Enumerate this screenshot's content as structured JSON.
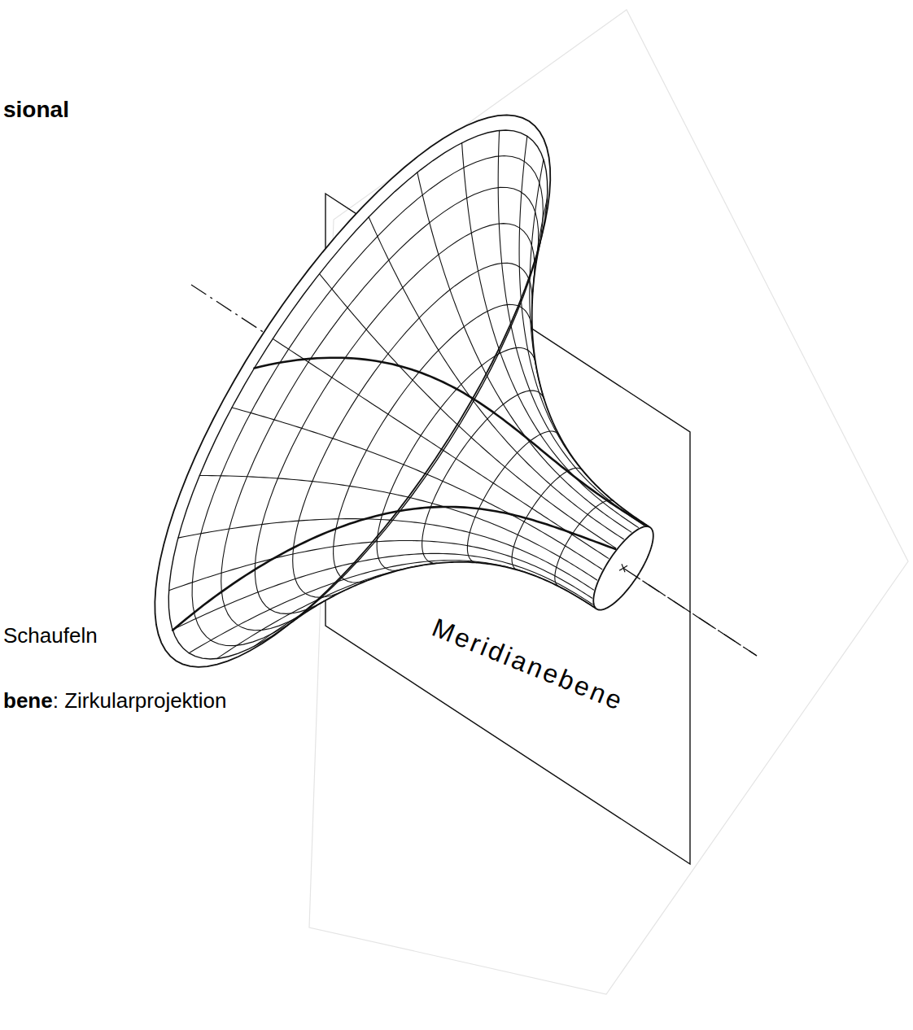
{
  "diagram": {
    "labels": [
      "sional",
      "Schaufeln",
      "bene",
      ": Zirkularprojektion",
      "Meridianebene"
    ]
  }
}
